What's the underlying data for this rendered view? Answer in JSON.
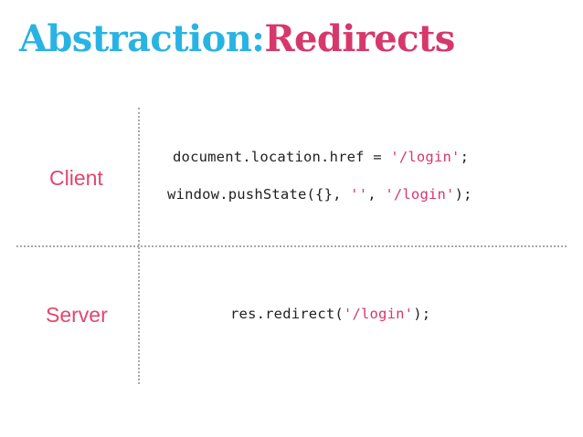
{
  "slide": {
    "title": {
      "primary_text": "Abstraction:",
      "accent_text": "Redirects",
      "primary_color": "#29b3e3",
      "accent_color": "#d6386b"
    },
    "background_color": "#ffffff"
  },
  "table": {
    "divider_color": "#a8a8a8",
    "rows": [
      {
        "label": "Client",
        "label_color": "#e3456f",
        "code_lines": [
          {
            "segments": [
              {
                "text": "document.location.href = ",
                "kind": "plain"
              },
              {
                "text": "'/login'",
                "kind": "string"
              },
              {
                "text": ";",
                "kind": "plain"
              }
            ]
          },
          {
            "segments": [
              {
                "text": "window.pushState({}, ",
                "kind": "plain"
              },
              {
                "text": "''",
                "kind": "string"
              },
              {
                "text": ", ",
                "kind": "plain"
              },
              {
                "text": "'/login'",
                "kind": "string"
              },
              {
                "text": ");",
                "kind": "plain"
              }
            ]
          }
        ]
      },
      {
        "label": "Server",
        "label_color": "#e3456f",
        "code_lines": [
          {
            "segments": [
              {
                "text": "res.redirect(",
                "kind": "plain"
              },
              {
                "text": "'/login'",
                "kind": "string"
              },
              {
                "text": ");",
                "kind": "plain"
              }
            ]
          }
        ]
      }
    ]
  },
  "code_style": {
    "plain_color": "#212121",
    "string_color": "#d6386b"
  }
}
